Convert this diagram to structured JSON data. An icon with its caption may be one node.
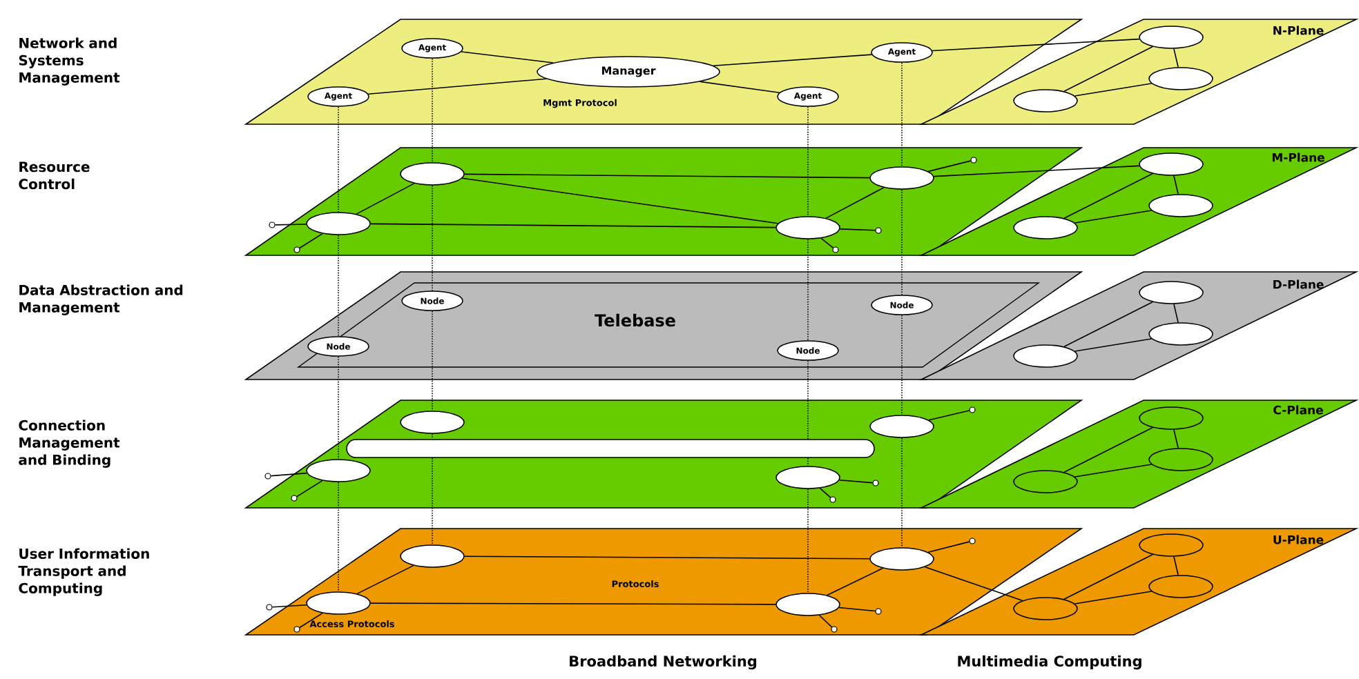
{
  "diagram": {
    "nodes": [
      {
        "text": [
          "Mgmt Protocol"
        ]
      },
      {
        "text": [
          "Agent"
        ],
        "in": 0
      },
      {
        "text": [
          "Manager"
        ],
        "in": 0
      },
      {
        "text": [
          "Agent"
        ],
        "in": 0
      },
      {
        "text": [
          "Agent"
        ],
        "in": 0
      },
      {
        "text": [
          "Agent"
        ],
        "in": 0
      },
      {
        "text": [
          "N-Plane"
        ]
      },
      {
        "text": [],
        "shape": "ellipse",
        "in": 6
      },
      {
        "text": [],
        "shape": "ellipse",
        "in": 6
      },
      {
        "text": [],
        "shape": "ellipse",
        "in": 6
      },
      {
        "text": [],
        "shape": "parallelogram"
      },
      {
        "text": [],
        "shape": "ellipse",
        "in": 10
      },
      {
        "text": [],
        "shape": "ellipse",
        "in": 10
      },
      {
        "text": [],
        "shape": "ellipse",
        "in": 10
      },
      {
        "text": [],
        "shape": "ellipse",
        "in": 10
      },
      {
        "text": [],
        "shape": "circle",
        "in": 10
      },
      {
        "text": [],
        "shape": "circle",
        "in": 10
      },
      {
        "text": [],
        "shape": "circle",
        "in": 10
      },
      {
        "text": [],
        "shape": "circle",
        "in": 10
      },
      {
        "text": [],
        "shape": "circle",
        "in": 10
      },
      {
        "text": [
          "M-Plane"
        ]
      },
      {
        "text": [],
        "shape": "ellipse",
        "in": 20
      },
      {
        "text": [],
        "shape": "ellipse",
        "in": 20
      },
      {
        "text": [],
        "shape": "ellipse",
        "in": 20
      },
      {
        "text": [
          "Telebase"
        ]
      },
      {
        "text": [
          "Node"
        ],
        "in": 24
      },
      {
        "text": [
          "Node"
        ],
        "in": 24
      },
      {
        "text": [
          "Node"
        ],
        "in": 24
      },
      {
        "text": [
          "Node"
        ],
        "in": 24
      },
      {
        "text": [
          "D-Plane"
        ]
      },
      {
        "text": [],
        "shape": "ellipse",
        "in": 29
      },
      {
        "text": [],
        "shape": "ellipse",
        "in": 29
      },
      {
        "text": [],
        "shape": "ellipse",
        "in": 29
      },
      {
        "text": [],
        "shape": "parallelogram"
      },
      {
        "text": [],
        "shape": "ellipse",
        "in": 33
      },
      {
        "text": [],
        "shape": "ellipse",
        "in": 33
      },
      {
        "text": [],
        "shape": "bar",
        "in": 33
      },
      {
        "text": [],
        "shape": "ellipse",
        "in": 33
      },
      {
        "text": [],
        "shape": "ellipse",
        "in": 33
      },
      {
        "text": [],
        "shape": "circle",
        "in": 33
      },
      {
        "text": [],
        "shape": "circle",
        "in": 33
      },
      {
        "text": [],
        "shape": "circle",
        "in": 33
      },
      {
        "text": [],
        "shape": "circle",
        "in": 33
      },
      {
        "text": [],
        "shape": "circle",
        "in": 33
      },
      {
        "text": [
          "C-Plane"
        ]
      },
      {
        "text": [],
        "shape": "ellipse",
        "in": 44
      },
      {
        "text": [],
        "shape": "ellipse",
        "in": 44
      },
      {
        "text": [],
        "shape": "ellipse",
        "in": 44
      },
      {
        "text": [
          "Protocols",
          "Access Protocols"
        ]
      },
      {
        "text": [],
        "shape": "ellipse",
        "in": 48
      },
      {
        "text": [],
        "shape": "ellipse",
        "in": 48
      },
      {
        "text": [],
        "shape": "ellipse",
        "in": 48
      },
      {
        "text": [],
        "shape": "ellipse",
        "in": 48
      },
      {
        "text": [],
        "shape": "circle",
        "in": 48
      },
      {
        "text": [],
        "shape": "circle",
        "in": 48
      },
      {
        "text": [],
        "shape": "circle",
        "in": 48
      },
      {
        "text": [],
        "shape": "circle",
        "in": 48
      },
      {
        "text": [],
        "shape": "circle",
        "in": 48
      },
      {
        "text": [
          "U-Plane"
        ]
      },
      {
        "text": [],
        "shape": "ellipse",
        "in": 58
      },
      {
        "text": [],
        "shape": "ellipse",
        "in": 58
      },
      {
        "text": [],
        "shape": "ellipse",
        "in": 58
      }
    ],
    "edges": [
      {
        "from": 1,
        "to": 2,
        "arrow": "none"
      },
      {
        "from": 4,
        "to": 2,
        "arrow": "none"
      },
      {
        "from": 2,
        "to": 3,
        "arrow": "none"
      },
      {
        "from": 2,
        "to": 5,
        "arrow": "none"
      },
      {
        "from": 3,
        "to": 7,
        "arrow": "none"
      },
      {
        "from": 7,
        "to": 8,
        "arrow": "none"
      },
      {
        "from": 7,
        "to": 9,
        "arrow": "none"
      },
      {
        "from": 8,
        "to": 9,
        "arrow": "none"
      },
      {
        "from": 11,
        "to": 12,
        "arrow": "none"
      },
      {
        "from": 11,
        "to": 14,
        "arrow": "none"
      },
      {
        "from": 13,
        "to": 14,
        "arrow": "none"
      },
      {
        "from": 13,
        "to": 11,
        "arrow": "none"
      },
      {
        "from": 12,
        "to": 14,
        "arrow": "none"
      },
      {
        "from": 13,
        "to": 15,
        "arrow": "none"
      },
      {
        "from": 13,
        "to": 16,
        "arrow": "none"
      },
      {
        "from": 14,
        "to": 17,
        "arrow": "none"
      },
      {
        "from": 14,
        "to": 18,
        "arrow": "none"
      },
      {
        "from": 12,
        "to": 19,
        "arrow": "none"
      },
      {
        "from": 12,
        "to": 21,
        "arrow": "none"
      },
      {
        "from": 21,
        "to": 22,
        "arrow": "none"
      },
      {
        "from": 21,
        "to": 23,
        "arrow": "none"
      },
      {
        "from": 22,
        "to": 23,
        "arrow": "none"
      },
      {
        "from": 30,
        "to": 31,
        "arrow": "none"
      },
      {
        "from": 30,
        "to": 32,
        "arrow": "none"
      },
      {
        "from": 31,
        "to": 32,
        "arrow": "none"
      },
      {
        "from": 37,
        "to": 39,
        "arrow": "none"
      },
      {
        "from": 37,
        "to": 40,
        "arrow": "none"
      },
      {
        "from": 38,
        "to": 41,
        "arrow": "none"
      },
      {
        "from": 38,
        "to": 42,
        "arrow": "none"
      },
      {
        "from": 35,
        "to": 43,
        "arrow": "none"
      },
      {
        "from": 45,
        "to": 46,
        "arrow": "none"
      },
      {
        "from": 45,
        "to": 47,
        "arrow": "none"
      },
      {
        "from": 46,
        "to": 47,
        "arrow": "none"
      },
      {
        "from": 49,
        "to": 50,
        "arrow": "none"
      },
      {
        "from": 51,
        "to": 52,
        "arrow": "none"
      },
      {
        "from": 51,
        "to": 49,
        "arrow": "none"
      },
      {
        "from": 52,
        "to": 50,
        "arrow": "none"
      },
      {
        "from": 51,
        "to": 53,
        "arrow": "none"
      },
      {
        "from": 51,
        "to": 54,
        "arrow": "none"
      },
      {
        "from": 52,
        "to": 55,
        "arrow": "none"
      },
      {
        "from": 52,
        "to": 56,
        "arrow": "none"
      },
      {
        "from": 50,
        "to": 57,
        "arrow": "none"
      },
      {
        "from": 50,
        "to": 61,
        "arrow": "none"
      },
      {
        "from": 59,
        "to": 60,
        "arrow": "none"
      },
      {
        "from": 59,
        "to": 61,
        "arrow": "none"
      },
      {
        "from": 60,
        "to": 61,
        "arrow": "none"
      },
      {
        "from": 1,
        "to": 11,
        "arrow": "none",
        "style": "dashed"
      },
      {
        "from": 11,
        "to": 25,
        "arrow": "none",
        "style": "dashed"
      },
      {
        "from": 25,
        "to": 34,
        "arrow": "none",
        "style": "dashed"
      },
      {
        "from": 34,
        "to": 36,
        "arrow": "none",
        "style": "dashed"
      },
      {
        "from": 36,
        "to": 49,
        "arrow": "none",
        "style": "dashed"
      },
      {
        "from": 3,
        "to": 12,
        "arrow": "none",
        "style": "dashed"
      },
      {
        "from": 12,
        "to": 26,
        "arrow": "none",
        "style": "dashed"
      },
      {
        "from": 26,
        "to": 35,
        "arrow": "none",
        "style": "dashed"
      },
      {
        "from": 35,
        "to": 50,
        "arrow": "none",
        "style": "dashed"
      },
      {
        "from": 4,
        "to": 13,
        "arrow": "none",
        "style": "dashed"
      },
      {
        "from": 13,
        "to": 27,
        "arrow": "none",
        "style": "dashed"
      },
      {
        "from": 27,
        "to": 37,
        "arrow": "none",
        "style": "dashed"
      },
      {
        "from": 37,
        "to": 51,
        "arrow": "none",
        "style": "dashed"
      },
      {
        "from": 5,
        "to": 14,
        "arrow": "none",
        "style": "dashed"
      },
      {
        "from": 14,
        "to": 28,
        "arrow": "none",
        "style": "dashed"
      },
      {
        "from": 28,
        "to": 36,
        "arrow": "none",
        "style": "dashed"
      },
      {
        "from": 36,
        "to": 38,
        "arrow": "none",
        "style": "dashed"
      },
      {
        "from": 38,
        "to": 52,
        "arrow": "none",
        "style": "dashed"
      }
    ],
    "labels": [
      "Network and Systems Management",
      "Resource Control",
      "Data Abstraction and Management",
      "Connection Management and Binding",
      "User Information Transport and Computing",
      "Broadband Networking",
      "Multimedia Computing"
    ]
  }
}
